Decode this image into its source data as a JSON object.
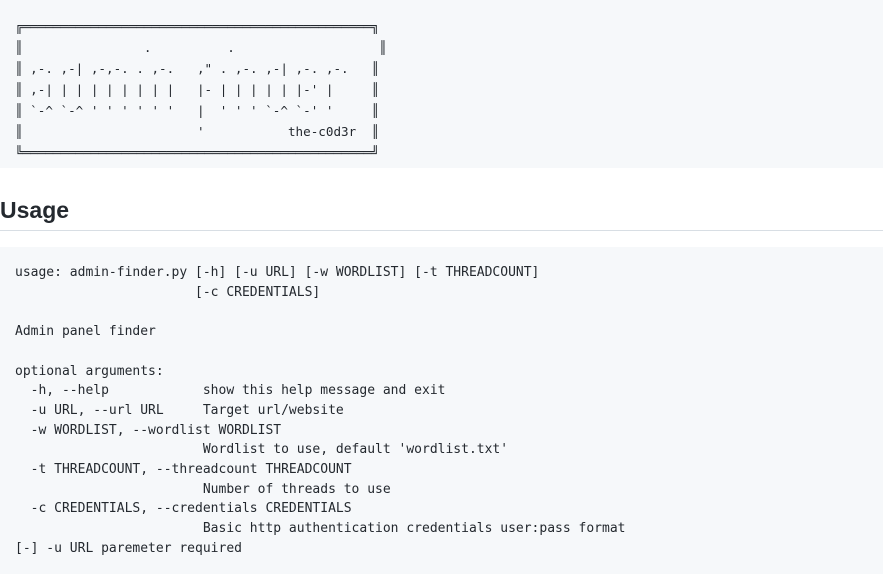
{
  "banner": {
    "text": "╔══════════════════════════════════════════════╗\n║                .          .                   ║\n║ ,-. ,-| ,-,-. . ,-.   ,\" . ,-. ,-| ,-. ,-.   ║\n║ ,-| | | | | | | | |   |- | | | | | |-' |     ║\n║ `-^ `-^ ' ' ' ' ' '   |  ' ' ' `-^ `-' '     ║\n║                       '           the-c0d3r  ║\n╚══════════════════════════════════════════════╝"
  },
  "usage_section": {
    "heading": "Usage",
    "output": "usage: admin-finder.py [-h] [-u URL] [-w WORDLIST] [-t THREADCOUNT]\n                       [-c CREDENTIALS]\n\nAdmin panel finder\n\noptional arguments:\n  -h, --help            show this help message and exit\n  -u URL, --url URL     Target url/website\n  -w WORDLIST, --wordlist WORDLIST\n                        Wordlist to use, default 'wordlist.txt'\n  -t THREADCOUNT, --threadcount THREADCOUNT\n                        Number of threads to use\n  -c CREDENTIALS, --credentials CREDENTIALS\n                        Basic http authentication credentials user:pass format\n[-] -u URL paremeter required"
  }
}
